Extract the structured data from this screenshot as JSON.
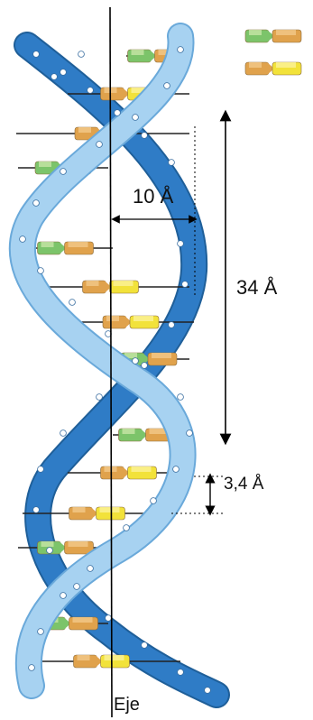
{
  "labels": {
    "width": "10 Å",
    "turn": "34 Å",
    "rise": "3,4 Å",
    "axis": "Eje"
  },
  "colors": {
    "strand_front": "#8cc3ea",
    "strand_back": "#2f7cc6",
    "strand_edge": "#1f5f99",
    "base_green": "#7cc46a",
    "base_lightgreen": "#c7e6a6",
    "base_orange": "#e0a24c",
    "base_lightorange": "#f2c98a",
    "base_yellow": "#f2e23a",
    "base_paleyellow": "#fbf29a",
    "axis_line": "#000000"
  },
  "legend": [
    {
      "name": "green-orange-pair-icon",
      "pair": "green-orange"
    },
    {
      "name": "orange-yellow-pair-icon",
      "pair": "orange-yellow"
    }
  ]
}
